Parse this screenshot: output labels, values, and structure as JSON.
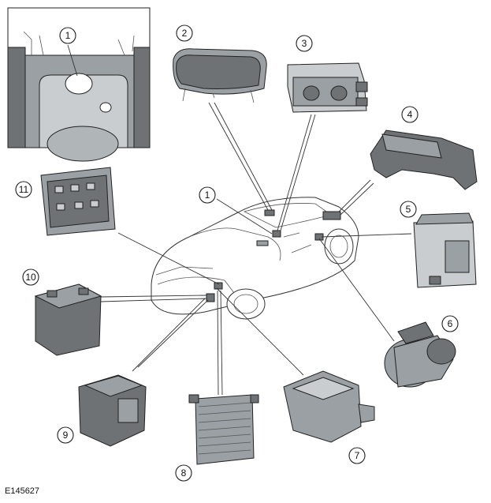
{
  "figure_code": "E145627",
  "callouts": [
    "1",
    "2",
    "3",
    "4",
    "5",
    "6",
    "7",
    "8",
    "9",
    "10",
    "11",
    "1"
  ],
  "colors": {
    "component_dark": "#6e7275",
    "component_mid": "#9aa0a3",
    "component_light": "#c9cdcf",
    "line": "#333333"
  }
}
